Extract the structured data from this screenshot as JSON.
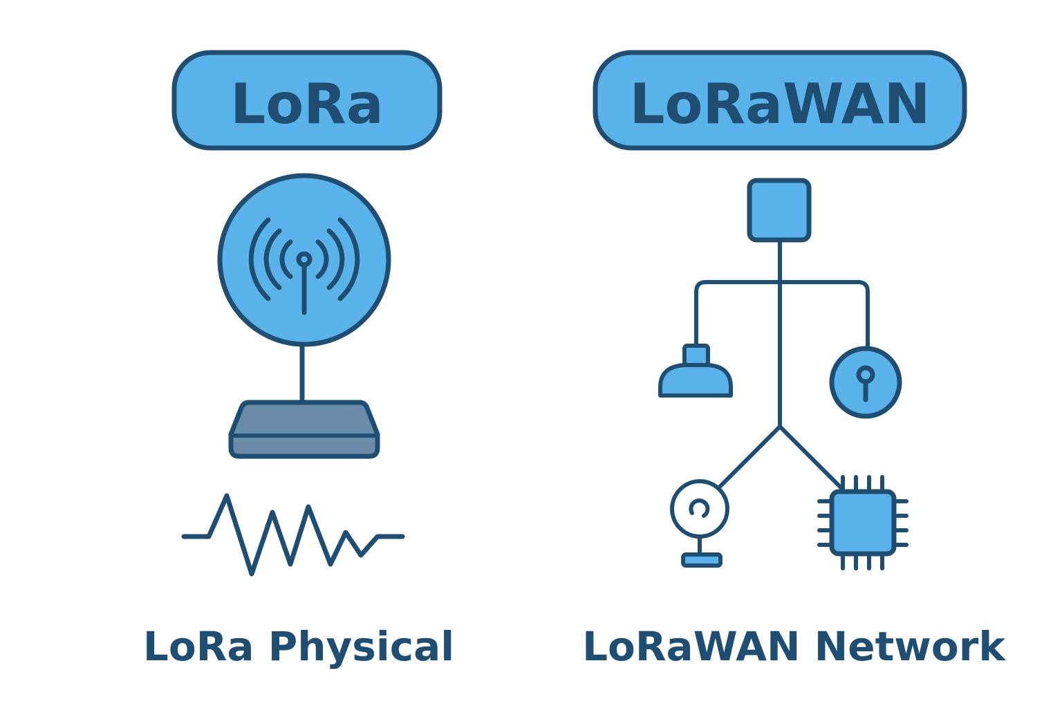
{
  "colors": {
    "stroke": "#1f4e72",
    "fill_blue": "#5ab2ea",
    "fill_gray": "#6a8ca8",
    "background": "#ffffff"
  },
  "left_panel": {
    "pill_label": "LoRa",
    "caption": "LoRa Physical",
    "icons": [
      "radio-signal-icon",
      "gateway-base-icon",
      "chirp-waveform-icon"
    ]
  },
  "right_panel": {
    "pill_label": "LoRaWAN",
    "caption": "LoRaWAN Network",
    "icons": [
      "network-server-icon",
      "lamp-icon",
      "lock-sensor-icon",
      "webcam-icon",
      "microchip-icon"
    ]
  }
}
